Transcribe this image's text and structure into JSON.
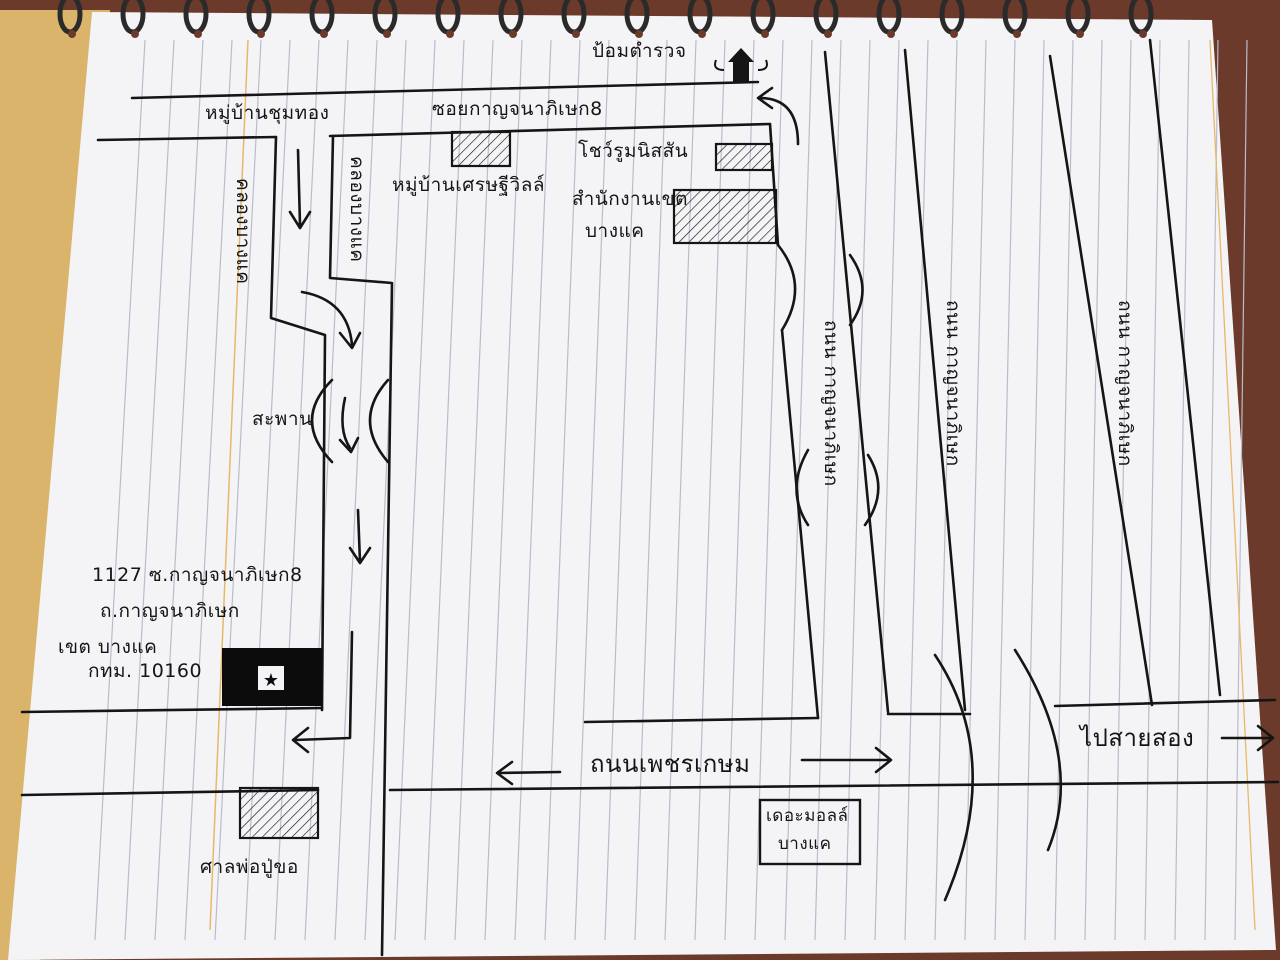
{
  "labels": {
    "police_box": "ป้อมตำรวจ",
    "village_chumthong": "หมู่บ้านชุมทอง",
    "soi_kanchanaphisek8": "ซอยกาญจนาภิเษก8",
    "showroom_nissan": "โชว์รูมนิสสัน",
    "village_setthiville": "หมู่บ้านเศรษฐีวิลล์",
    "district_office": "สำนักงานเขต",
    "district_office_line2": "บางแค",
    "canal_left": "คลองบางแค",
    "canal_mid": "คลองบางแค",
    "bridge": "สะพาน",
    "address_line1": "1127 ซ.กาญจนาภิเษก8",
    "address_line2": "ถ.กาญจนาภิเษก",
    "address_line3": "เขต บางแค",
    "address_line4": "กทม. 10160",
    "road_kanchanaphisek_1": "ถนน กาญจนาภิเษก",
    "road_kanchanaphisek_2": "ถนน กาญจนาภิเษก",
    "road_kanchanaphisek_3": "ถนน กาญจนาภิเษก",
    "road_phetkasem": "ถนนเพชรเกษม",
    "to_sai_song": "ไปสายสอง",
    "the_mall": "เดอะมอลล์",
    "the_mall_line2": "บางแค",
    "shrine": "ศาลพ่อปู่ขอ"
  },
  "markers": {
    "destination": "star-icon",
    "police": "police-box-icon"
  },
  "colors": {
    "ink": "#151515",
    "paper": "#f4f4f6",
    "rule_line": "#b9bccb",
    "margin_line": "#e8b86a",
    "cover": "#d9b46a",
    "destination_fill": "#0c0c0c"
  }
}
